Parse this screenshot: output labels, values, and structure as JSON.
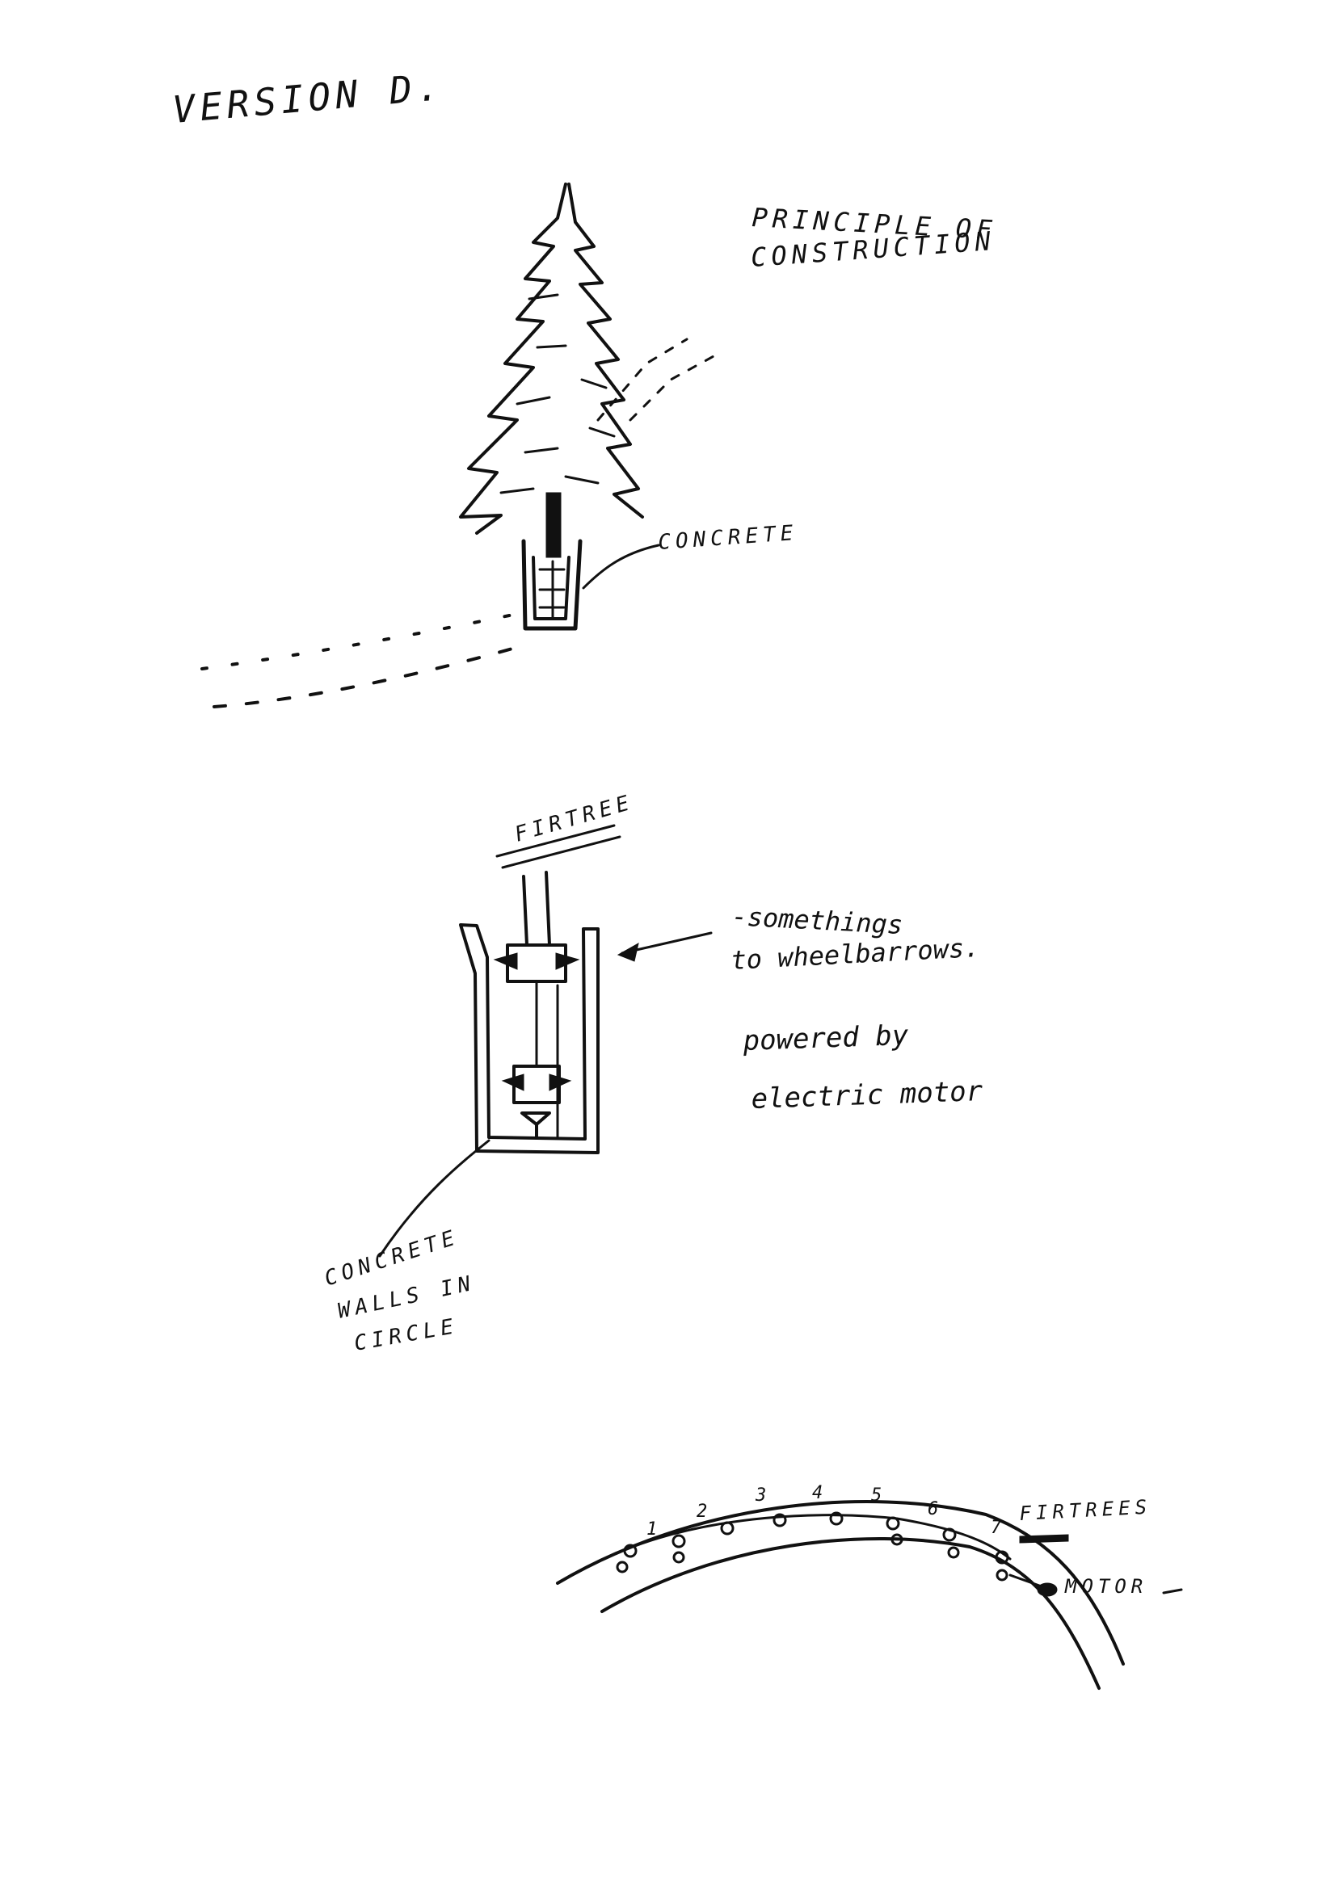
{
  "title": "VERSION D.",
  "sketch_1": {
    "heading_line1": "PRINCIPLE OF",
    "heading_line2": "CONSTRUCTION",
    "concrete_label": "CONCRETE"
  },
  "sketch_2": {
    "firtree_label": "FIRTREE",
    "note_line1": "-somethings",
    "note_line2": "to wheelbarrows.",
    "power_line1": "powered by",
    "power_line2": "electric motor",
    "walls_line1": "CONCRETE",
    "walls_line2": "WALLS IN",
    "walls_line3": "CIRCLE"
  },
  "sketch_3": {
    "numbers": [
      "1",
      "2",
      "3",
      "4",
      "5",
      "6",
      "7"
    ],
    "firtrees_label": "FIRTREES",
    "motor_label": "MOTOR"
  }
}
